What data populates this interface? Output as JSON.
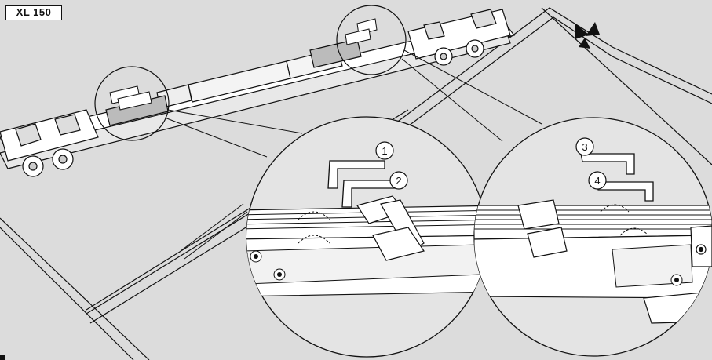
{
  "model_label": "XL 150",
  "callouts": [
    {
      "number": "1"
    },
    {
      "number": "2"
    },
    {
      "number": "3"
    },
    {
      "number": "4"
    }
  ],
  "colors": {
    "background": "#dcdcdc",
    "line": "#111111",
    "fill": "#ffffff",
    "shade": "#c8c8c8"
  }
}
